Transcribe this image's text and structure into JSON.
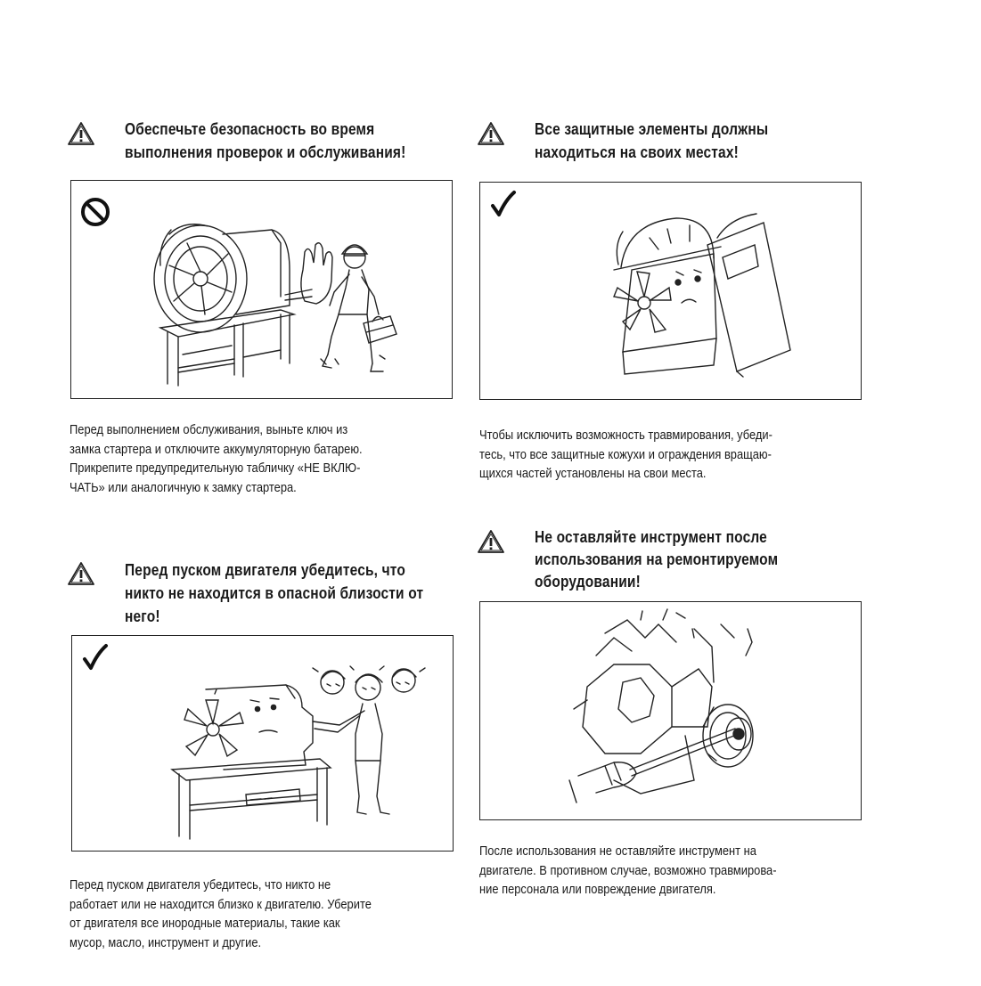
{
  "sections": [
    {
      "id": "maintenance-safety",
      "heading": [
        "Обеспечьте безопасность во время",
        "выполнения проверок и обслуживания!"
      ],
      "mark": "prohibition-icon",
      "body": [
        "Перед выполнением обслуживания, выньте ключ из",
        "замка стартера и отключите аккумуляторную батарею.",
        "Прикрепите предупредительную табличку «НЕ ВКЛЮ-",
        "ЧАТЬ» или аналогичную к замку стартера."
      ]
    },
    {
      "id": "guards-in-place",
      "heading": [
        "Все защитные элементы должны",
        "находиться на своих местах!"
      ],
      "mark": "checkmark-icon",
      "body": [
        "Чтобы исключить возможность травмирования, убеди-",
        "тесь, что все защитные кожухи и ограждения вращаю-",
        "щихся частей установлены на свои места."
      ]
    },
    {
      "id": "start-clear",
      "heading": [
        "Перед пуском двигателя убедитесь, что",
        "никто не находится в опасной близости от",
        "него!"
      ],
      "mark": "checkmark-icon",
      "body": [
        "Перед пуском двигателя убедитесь, что никто не",
        "работает или не находится близко к двигателю. Уберите",
        "от двигателя все инородные материалы, такие как",
        "мусор, масло, инструмент и другие."
      ]
    },
    {
      "id": "tools-removed",
      "heading": [
        "Не оставляйте инструмент после",
        "использования на ремонтируемом",
        "оборудовании!"
      ],
      "mark": "",
      "body": [
        "После использования не оставляйте инструмент на",
        "двигателе. В противном случае, возможно травмирова-",
        "ние персонала или повреждение двигателя."
      ]
    }
  ]
}
